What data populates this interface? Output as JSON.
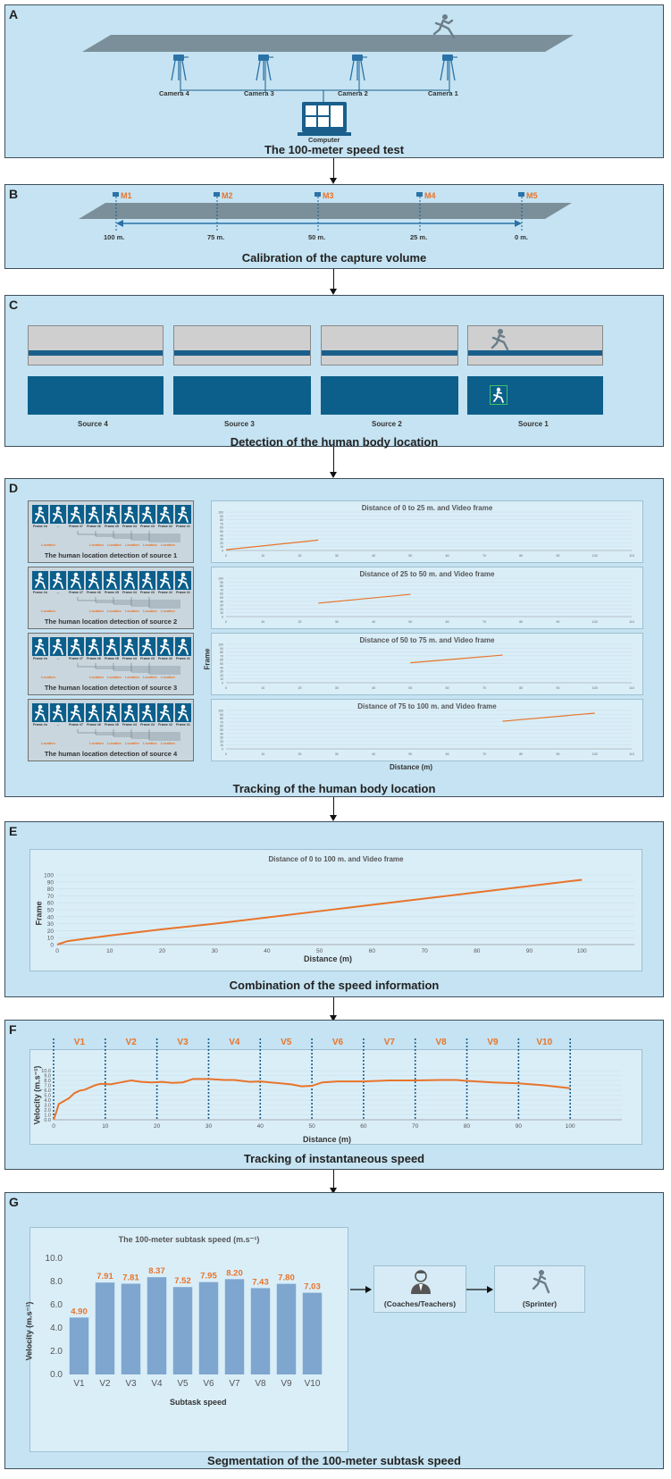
{
  "panels": {
    "A": {
      "label": "A",
      "title": "The 100-meter speed test",
      "cameras": [
        "Camera 4",
        "Camera 3",
        "Camera 2",
        "Camera 1"
      ],
      "computer": "Computer"
    },
    "B": {
      "label": "B",
      "title": "Calibration of the capture volume",
      "markers": [
        "M1",
        "M2",
        "M3",
        "M4",
        "M5"
      ],
      "distances": [
        "100 m.",
        "75 m.",
        "50 m.",
        "25 m.",
        "0 m."
      ]
    },
    "C": {
      "label": "C",
      "title": "Detection of the human body location",
      "sources": [
        "Source 4",
        "Source 3",
        "Source 2",
        "Source 1"
      ]
    },
    "D": {
      "label": "D",
      "title": "Tracking of the human body location",
      "captions": [
        "The human location detection of source 1",
        "The human location detection of source 2",
        "The human location detection of source 3",
        "The human location detection of source 4"
      ],
      "frame_labels": [
        "Frame #n",
        "...",
        "Frame #7",
        "Frame #6",
        "Frame #5",
        "Frame #4",
        "Frame #3",
        "Frame #2",
        "Frame #1"
      ],
      "location_label": "Location",
      "ylabel": "Frame",
      "xlabel": "Distance (m)"
    },
    "E": {
      "label": "E",
      "title": "Combination of the speed information"
    },
    "F": {
      "label": "F",
      "title": "Tracking of instantaneous speed"
    },
    "G": {
      "label": "G",
      "title": "Segmentation of the 100-meter subtask speed",
      "coach": "(Coaches/Teachers)",
      "sprinter": "(Sprinter)"
    }
  },
  "colors": {
    "panel": "#c5e3f2",
    "accent": "#e8742a",
    "blue": "#1a5f8c",
    "bar": "#7ea6cf"
  },
  "chart_data": [
    {
      "type": "line",
      "title": "Distance of 0 to 25 m. and Video frame",
      "x": [
        0,
        25
      ],
      "y": [
        2,
        27
      ],
      "xlim": [
        0,
        110
      ],
      "ylim": [
        0,
        100
      ],
      "xticks": [
        0,
        10,
        20,
        30,
        40,
        50,
        60,
        70,
        80,
        90,
        100,
        110
      ],
      "yticks": [
        0,
        10,
        20,
        30,
        40,
        50,
        60,
        70,
        80,
        90,
        100
      ]
    },
    {
      "type": "line",
      "title": "Distance of 25 to 50 m. and Video frame",
      "x": [
        25,
        50
      ],
      "y": [
        35,
        58
      ],
      "xlim": [
        0,
        110
      ],
      "ylim": [
        0,
        100
      ],
      "xticks": [
        0,
        10,
        20,
        30,
        40,
        50,
        60,
        70,
        80,
        90,
        100,
        110
      ],
      "yticks": [
        0,
        10,
        20,
        30,
        40,
        50,
        60,
        70,
        80,
        90,
        100
      ]
    },
    {
      "type": "line",
      "title": "Distance of 50 to 75 m. and Video frame",
      "x": [
        50,
        75
      ],
      "y": [
        52,
        72
      ],
      "xlim": [
        0,
        110
      ],
      "ylim": [
        0,
        100
      ],
      "xticks": [
        0,
        10,
        20,
        30,
        40,
        50,
        60,
        70,
        80,
        90,
        100,
        110
      ],
      "yticks": [
        0,
        10,
        20,
        30,
        40,
        50,
        60,
        70,
        80,
        90,
        100
      ]
    },
    {
      "type": "line",
      "title": "Distance of 75 to 100 m. and Video frame",
      "x": [
        75,
        100
      ],
      "y": [
        72,
        93
      ],
      "xlim": [
        0,
        110
      ],
      "ylim": [
        0,
        100
      ],
      "xticks": [
        0,
        10,
        20,
        30,
        40,
        50,
        60,
        70,
        80,
        90,
        100,
        110
      ],
      "yticks": [
        0,
        10,
        20,
        30,
        40,
        50,
        60,
        70,
        80,
        90,
        100
      ]
    },
    {
      "type": "line",
      "title": "Distance of 0 to 100 m. and Video frame",
      "xlabel": "Distance (m)",
      "ylabel": "Frame",
      "x": [
        0,
        2,
        5,
        10,
        20,
        30,
        40,
        50,
        60,
        70,
        80,
        90,
        100
      ],
      "y": [
        0,
        5,
        8,
        13,
        22,
        30,
        39,
        48,
        57,
        66,
        75,
        84,
        93
      ],
      "xlim": [
        0,
        110
      ],
      "ylim": [
        0,
        100
      ],
      "xticks": [
        0,
        10,
        20,
        30,
        40,
        50,
        60,
        70,
        80,
        90,
        100
      ],
      "yticks": [
        0,
        10,
        20,
        30,
        40,
        50,
        60,
        70,
        80,
        90,
        100
      ]
    },
    {
      "type": "line",
      "xlabel": "Distance (m)",
      "ylabel": "Velocity (m.s⁻¹)",
      "segments": [
        "V1",
        "V2",
        "V3",
        "V4",
        "V5",
        "V6",
        "V7",
        "V8",
        "V9",
        "V10"
      ],
      "x": [
        0,
        0.5,
        1,
        2,
        3,
        4,
        5,
        6,
        8,
        9,
        10,
        11,
        13,
        15,
        17,
        19,
        21,
        23,
        25,
        27,
        30,
        33,
        35,
        38,
        40,
        42,
        44,
        46,
        48,
        50,
        52,
        55,
        60,
        65,
        70,
        75,
        78,
        80,
        85,
        90,
        95,
        100
      ],
      "y": [
        0,
        1.5,
        3.2,
        3.8,
        4.4,
        5.4,
        5.9,
        6.1,
        7.0,
        7.3,
        7.3,
        7.2,
        7.6,
        8.0,
        7.7,
        7.6,
        7.7,
        7.5,
        7.6,
        8.3,
        8.3,
        8.1,
        8.1,
        7.7,
        7.8,
        7.6,
        7.4,
        7.2,
        6.8,
        6.9,
        7.6,
        7.8,
        7.8,
        8.0,
        8.0,
        8.1,
        8.1,
        7.9,
        7.6,
        7.4,
        7.0,
        6.4
      ],
      "xlim": [
        0,
        110
      ],
      "ylim": [
        0,
        10
      ],
      "xticks": [
        0,
        10,
        20,
        30,
        40,
        50,
        60,
        70,
        80,
        90,
        100
      ],
      "yticks": [
        0,
        1,
        2,
        3,
        4,
        5,
        6,
        7,
        8,
        9,
        10
      ]
    },
    {
      "type": "bar",
      "title": "The 100-meter subtask speed (m.s⁻¹)",
      "xlabel": "Subtask speed",
      "ylabel": "Velocity (m.s⁻¹)",
      "categories": [
        "V1",
        "V2",
        "V3",
        "V4",
        "V5",
        "V6",
        "V7",
        "V8",
        "V9",
        "V10"
      ],
      "values": [
        4.9,
        7.91,
        7.81,
        8.37,
        7.52,
        7.95,
        8.2,
        7.43,
        7.8,
        7.03
      ],
      "value_labels": [
        "4.90",
        "7.91",
        "7.81",
        "8.37",
        "7.52",
        "7.95",
        "8.20",
        "7.43",
        "7.80",
        "7.03"
      ],
      "ylim": [
        0,
        10
      ],
      "yticks": [
        "0.0",
        "2.0",
        "4.0",
        "6.0",
        "8.0",
        "10.0"
      ]
    }
  ]
}
